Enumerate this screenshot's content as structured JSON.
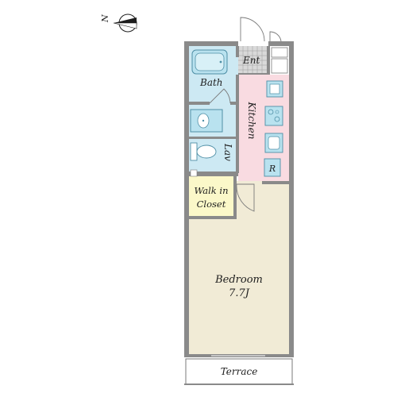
{
  "compass": {
    "north_label": "N",
    "icon": "north-arrow-icon"
  },
  "rooms": {
    "entrance": "Ent",
    "bath": "Bath",
    "kitchen": "Kitchen",
    "lavatory": "Lav",
    "refrigerator": "R",
    "walk_in_closet_line1": "Walk in",
    "walk_in_closet_line2": "Closet",
    "bedroom": "Bedroom",
    "bedroom_size": "7.7J",
    "terrace": "Terrace"
  },
  "colors": {
    "wall": "#8a8a8a",
    "wet_area": "#cde9f3",
    "kitchen": "#f9dbe1",
    "closet": "#fbf8c9",
    "bedroom": "#f1ebd6",
    "fixture": "#b9e2ef",
    "fixture_stroke": "#4e8fa6",
    "entrance_tile": "#d9d9d9"
  }
}
